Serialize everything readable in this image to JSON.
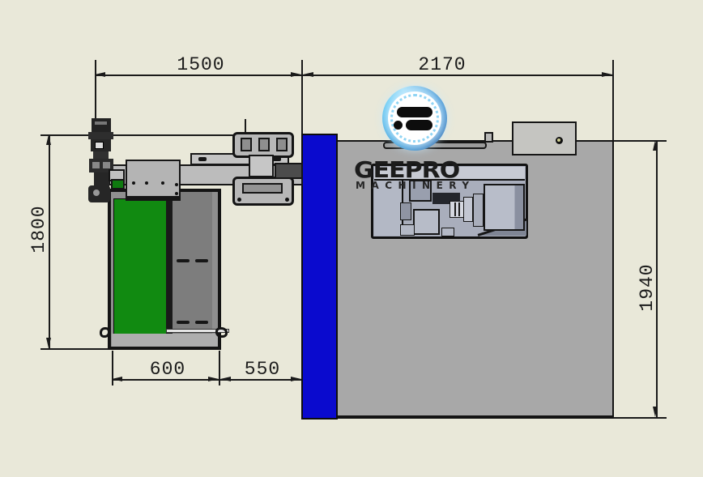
{
  "drawing": {
    "dimensions": {
      "top_left": "1500",
      "top_right": "2170",
      "left_height": "1800",
      "right_height": "1940",
      "bottom_feeder_width": "600",
      "bottom_gap": "550"
    },
    "brand": {
      "name": "GEEPRO",
      "subtitle": "MACHINERY"
    },
    "colors": {
      "background": "#e9e8d9",
      "machine_body": "#a8a8a8",
      "side_panel_blue": "#0a0ace",
      "feeder_green": "#118a11",
      "outline": "#161616",
      "logo_blue": "#2e9ad8"
    }
  }
}
